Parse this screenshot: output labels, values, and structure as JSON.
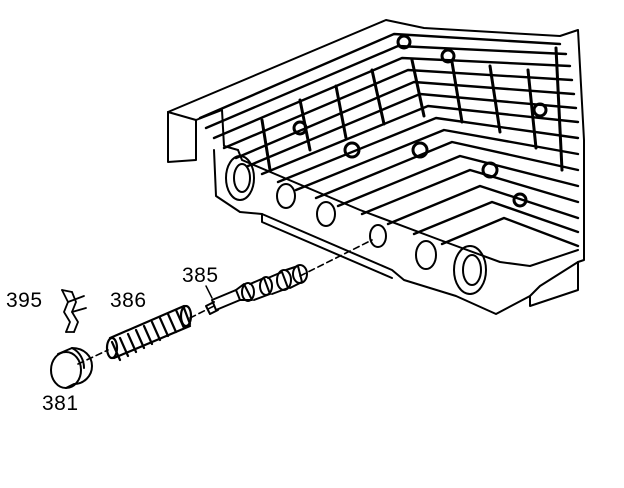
{
  "parts": [
    {
      "id": "395",
      "label": "395"
    },
    {
      "id": "386",
      "label": "386"
    },
    {
      "id": "385",
      "label": "385"
    },
    {
      "id": "381",
      "label": "381"
    }
  ],
  "colors": {
    "line": "#000000",
    "background": "#ffffff"
  }
}
